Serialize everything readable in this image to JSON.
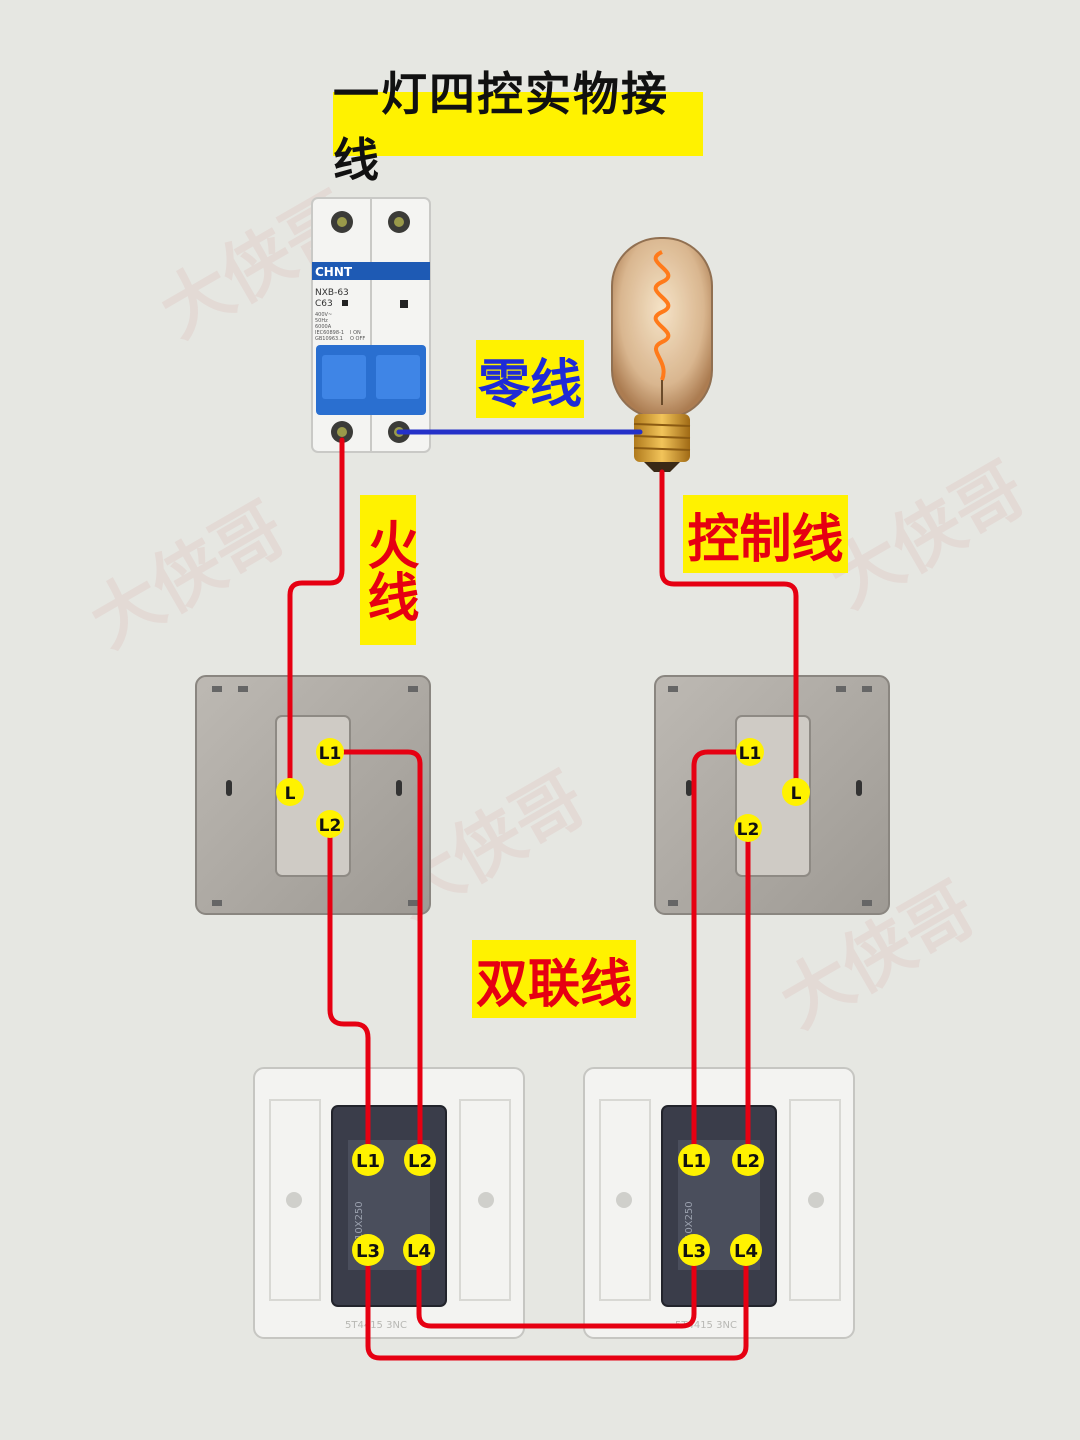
{
  "title": "一灯四控实物接线",
  "labels": {
    "neutral": "零线",
    "live": "火线",
    "control": "控制线",
    "twin": "双联线"
  },
  "breaker": {
    "brand": "CHNT",
    "model": "NXB-63",
    "rating": "C63",
    "spec_lines": [
      "400V~",
      "50Hz",
      "6000A",
      "IEC60898-1",
      "GB10963.1"
    ],
    "onoff": [
      "I ON",
      "O OFF"
    ]
  },
  "switches": {
    "two_way_left": [
      "L1",
      "L",
      "L2"
    ],
    "two_way_right": [
      "L1",
      "L",
      "L2"
    ],
    "intermediate": [
      "L1",
      "L2",
      "L3",
      "L4"
    ],
    "module_text": "10X250",
    "plate_text": "5T4415 3NC"
  },
  "watermark": "大侠哥",
  "colors": {
    "live_wire": "#e60012",
    "neutral_wire": "#2431c8",
    "label_bg": "#fff200",
    "terminal": "#fff200"
  }
}
